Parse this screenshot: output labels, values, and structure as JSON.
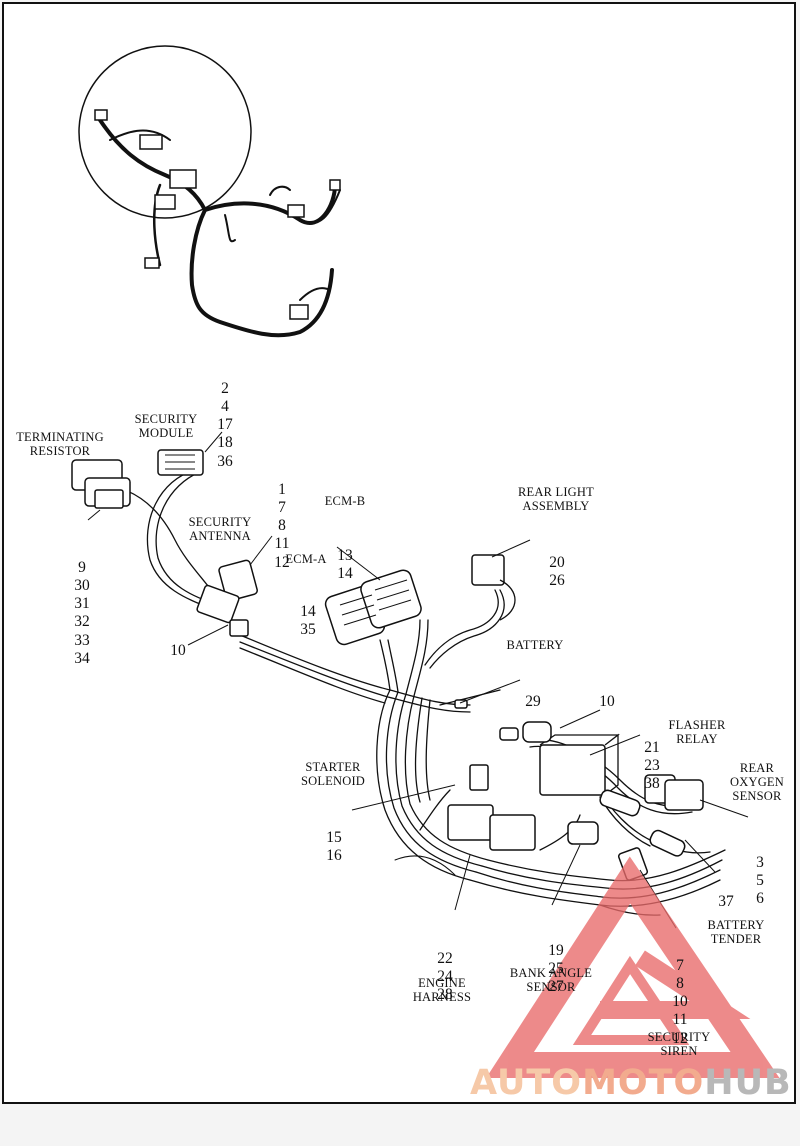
{
  "callouts": {
    "overview_parts": [
      "2",
      "4",
      "17",
      "18",
      "36"
    ],
    "security_module": "SECURITY\nMODULE",
    "terminating_resistor": "TERMINATING\nRESISTOR",
    "resistor_parts": [
      "9",
      "30",
      "31",
      "32",
      "33",
      "34"
    ],
    "antenna_parts_top": [
      "1",
      "7",
      "8",
      "11",
      "12"
    ],
    "security_antenna": "SECURITY\nANTENNA",
    "ecm_b": "ECM-B",
    "ecm_b_parts": [
      "13",
      "14"
    ],
    "ecm_a": "ECM-A",
    "ecm_a_parts": [
      "14",
      "35"
    ],
    "connector_10_left": "10",
    "rear_light_assembly": "REAR LIGHT\nASSEMBLY",
    "rear_light_parts": [
      "20",
      "26"
    ],
    "battery": "BATTERY",
    "battery_parts": [
      "29"
    ],
    "connector_10_right": "10",
    "flasher_parts": [
      "21",
      "23",
      "38"
    ],
    "flasher_relay": "FLASHER\nRELAY",
    "rear_oxygen_sensor": "REAR\nOXYGEN\nSENSOR",
    "oxygen_parts": [
      "3",
      "5",
      "6"
    ],
    "starter_solenoid": "STARTER\nSOLENOID",
    "starter_parts": [
      "15",
      "16"
    ],
    "battery_tender_part": "37",
    "battery_tender": "BATTERY\nTENDER",
    "engine_parts": [
      "22",
      "24",
      "28"
    ],
    "engine_harness": "ENGINE\nHARNESS",
    "bank_parts": [
      "19",
      "25",
      "27"
    ],
    "bank_angle_sensor": "BANK ANGLE\nSENSOR",
    "siren_parts": [
      "7",
      "8",
      "10",
      "11",
      "12"
    ],
    "security_siren": "SECURITY\nSIREN"
  },
  "watermark": {
    "part1": "AUTO",
    "part2": "MOTO",
    "part3": "HUB",
    "colors": {
      "part1": "#f6c9a8",
      "part2": "#f2ab8e",
      "part3": "#b8b8b8",
      "triangle": "#e86a6a"
    }
  }
}
